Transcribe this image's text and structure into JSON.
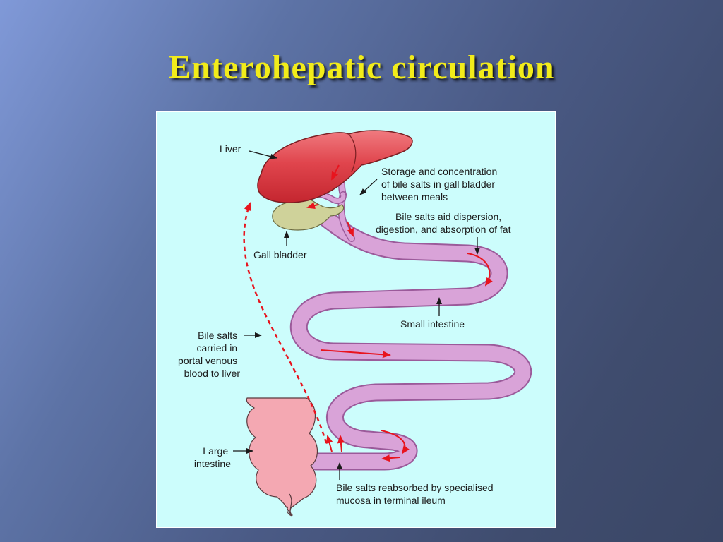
{
  "title": "Enterohepatic circulation",
  "labels": {
    "liver": "Liver",
    "gall_bladder": "Gall bladder",
    "storage": [
      "Storage and concentration",
      "of bile salts in gall bladder",
      "between meals"
    ],
    "dispersion": [
      "Bile salts aid dispersion,",
      "digestion, and absorption of fat"
    ],
    "small_intestine": "Small intestine",
    "portal": [
      "Bile salts",
      "carried in",
      "portal venous",
      "blood to liver"
    ],
    "large_intestine": [
      "Large",
      "intestine"
    ],
    "reabsorbed": [
      "Bile salts reabsorbed by specialised",
      "mucosa in terminal ileum"
    ]
  },
  "colors": {
    "liver": "#e0454d",
    "gall_bladder": "#cfd29a",
    "small_intestine": "#d9a3d8",
    "large_intestine": "#f4a8b2",
    "flow_arrows": "#e8141e",
    "panel_bg": "#ccfdfc",
    "title": "#f2ec1a"
  }
}
